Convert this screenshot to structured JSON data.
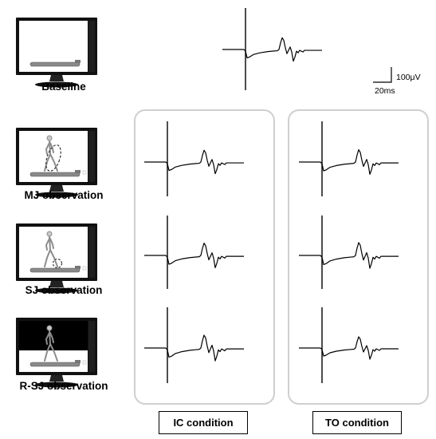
{
  "rows": [
    {
      "id": "baseline",
      "label": "Baseline"
    },
    {
      "id": "mj",
      "label": "MJ observation"
    },
    {
      "id": "sj",
      "label": "SJ observation"
    },
    {
      "id": "rsj",
      "label": "R-SJ observation"
    }
  ],
  "conditions": [
    {
      "id": "ic",
      "label": "IC condition"
    },
    {
      "id": "to",
      "label": "TO condition"
    }
  ],
  "scale_bar": {
    "amplitude": "100μV",
    "time": "20ms"
  },
  "colors": {
    "panel_border": "#cfcfcf",
    "trace": "#000000",
    "monitor_bezel": "#111111"
  }
}
